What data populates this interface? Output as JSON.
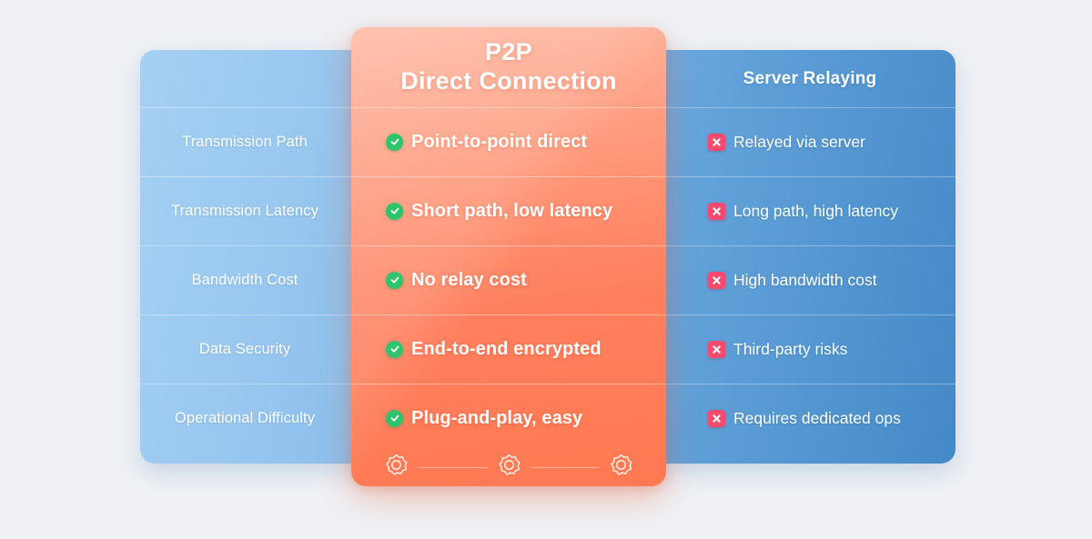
{
  "palette": {
    "background": "#eff1f5",
    "blue_light": "#9ccbf2",
    "blue_dark": "#4489c7",
    "orange_light": "#ffb6a0",
    "orange_dark": "#ff7a52",
    "check_green": "#2ec46b",
    "cross_red": "#f74a6c",
    "text_white": "#ffffff"
  },
  "highlight_column": {
    "title_line1": "P2P",
    "title_line2": "Direct Connection"
  },
  "compare_column": {
    "title": "Server Relaying"
  },
  "row_label_header": "",
  "rows": [
    {
      "label": "Transmission Path",
      "p2p": "Point-to-point direct",
      "relay": "Relayed via server"
    },
    {
      "label": "Transmission Latency",
      "p2p": "Short path, low latency",
      "relay": "Long path, high latency"
    },
    {
      "label": "Bandwidth Cost",
      "p2p": "No relay cost",
      "relay": "High bandwidth cost"
    },
    {
      "label": "Data Security",
      "p2p": "End-to-end encrypted",
      "relay": "Third-party risks"
    },
    {
      "label": "Operational Difficulty",
      "p2p": "Plug-and-play, easy",
      "relay": "Requires dedicated ops"
    }
  ],
  "icons": {
    "check": "check-circle-icon",
    "cross": "cross-square-icon",
    "gear": "gear-icon"
  },
  "footer": {
    "gear_count": 3
  }
}
